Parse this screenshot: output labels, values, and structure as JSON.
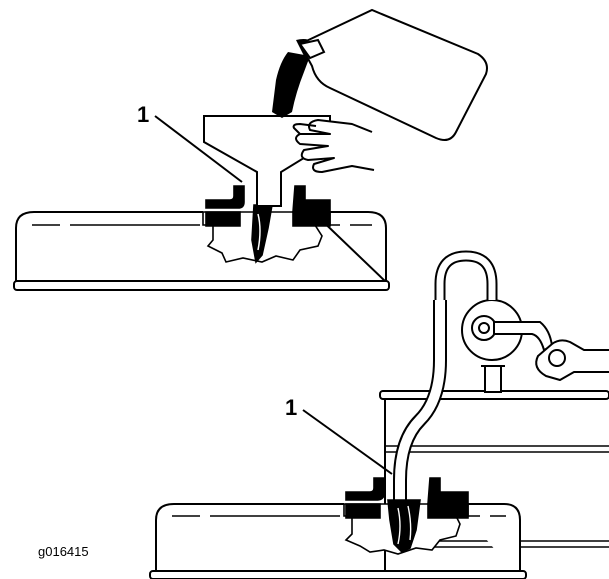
{
  "figure": {
    "callouts": [
      "1",
      "1"
    ],
    "figure_id": "g016415"
  },
  "colors": {
    "ink": "#000000",
    "paper": "#ffffff"
  }
}
